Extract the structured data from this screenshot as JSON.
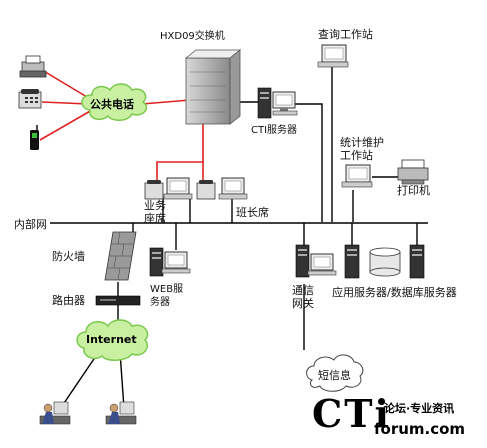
{
  "switch": {
    "label": "HXD09交换机"
  },
  "query_station": {
    "label": "查询工作站"
  },
  "cti_server": {
    "label": "CTI服务器"
  },
  "public_phone_cloud": {
    "label": "公共电话"
  },
  "stats_station": {
    "label_line1": "统计维护",
    "label_line2": "工作站"
  },
  "printer": {
    "label": "打印机"
  },
  "agent_seats": {
    "label_line1": "业务",
    "label_line2": "座席"
  },
  "supervisor_seat": {
    "label": "班长席"
  },
  "lan": {
    "label": "内部网"
  },
  "firewall": {
    "label": "防火墙"
  },
  "web_server": {
    "label_line1": "WEB服",
    "label_line2": "务器"
  },
  "router": {
    "label": "路由器"
  },
  "gateway": {
    "label_line1": "通信",
    "label_line2": "网关"
  },
  "app_db_servers": {
    "label": "应用服务器/数据库服务器"
  },
  "internet_cloud": {
    "label": "Internet"
  },
  "sms_cloud": {
    "label": "短信息"
  },
  "logo": {
    "mark": "CTi",
    "tagline": "论坛·专业资讯",
    "url": "forum.com"
  },
  "colors": {
    "phone_link": "#e02020",
    "cloud_fill": "#c8f0a0",
    "cloud_stroke": "#7cc850",
    "network_line": "#000000"
  }
}
